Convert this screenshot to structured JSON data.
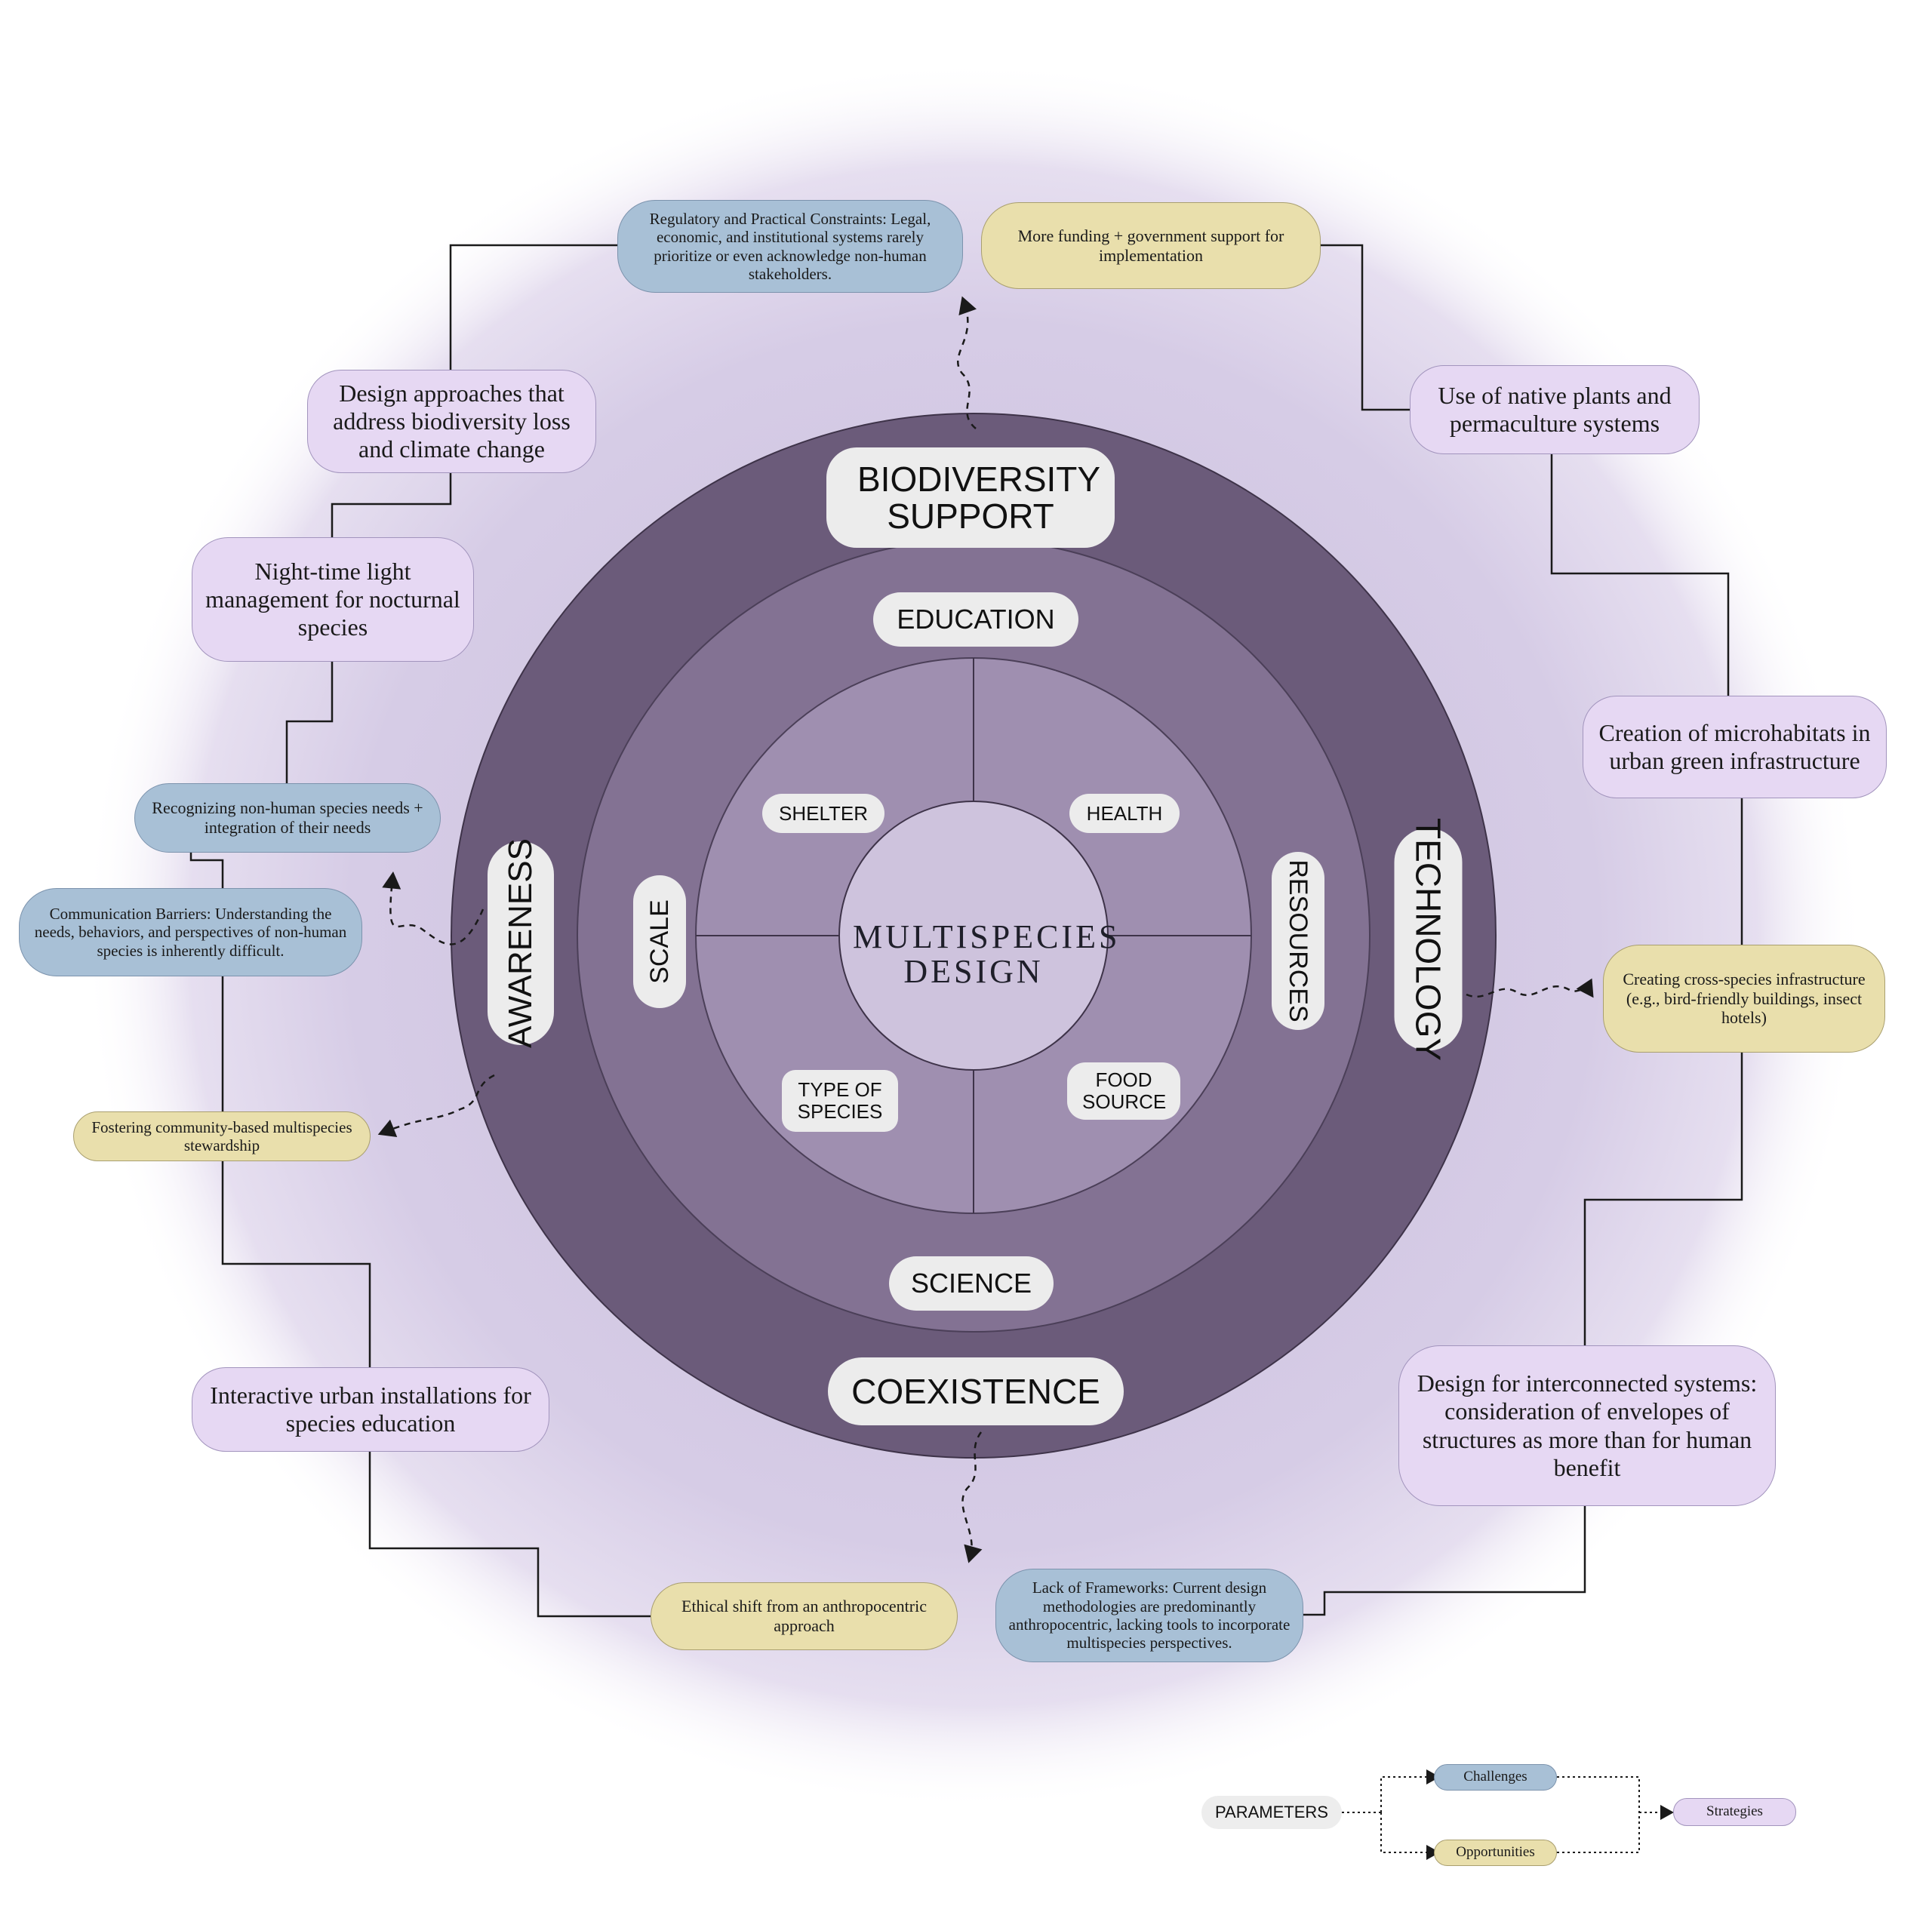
{
  "center": "MULTISPECIES DESIGN",
  "outer_ring": {
    "biodiversity_support": "BIODIVERSITY SUPPORT",
    "technology": "TECHNOLOGY",
    "coexistence": "COEXISTENCE",
    "awareness": "AWARENESS"
  },
  "middle_ring": {
    "education": "EDUCATION",
    "resources": "RESOURCES",
    "science": "SCIENCE",
    "scale": "SCALE"
  },
  "inner_ring": {
    "shelter": "SHELTER",
    "health": "HEALTH",
    "type_of_species": "TYPE OF SPECIES",
    "food_source": "FOOD SOURCE"
  },
  "nodes": {
    "regulatory_constraints": "Regulatory and Practical Constraints: Legal, economic, and institutional systems rarely prioritize or even acknowledge non-human stakeholders.",
    "more_funding": "More funding + government support for implementation",
    "design_approaches": "Design approaches that address biodiversity loss and climate change",
    "native_plants": "Use of native plants and permaculture systems",
    "night_light": "Night-time light management for nocturnal species",
    "microhabitats": "Creation of microhabitats in urban green infrastructure",
    "recognizing_needs": "Recognizing non-human species needs + integration of their needs",
    "communication_barriers": "Communication Barriers: Understanding the needs, behaviors, and perspectives of non-human species is inherently difficult.",
    "cross_species_infra": "Creating cross-species infrastructure (e.g., bird-friendly buildings, insect hotels)",
    "community_stewardship": "Fostering community-based multispecies stewardship",
    "interactive_installations": "Interactive urban installations for species education",
    "interconnected_systems": "Design for interconnected systems: consideration of envelopes of structures as more than for human benefit",
    "ethical_shift": "Ethical shift from an anthropocentric approach",
    "lack_frameworks": "Lack of Frameworks: Current design methodologies are predominantly anthropocentric, lacking tools to incorporate multispecies perspectives."
  },
  "legend": {
    "parameters": "PARAMETERS",
    "challenges": "Challenges",
    "opportunities": "Opportunities",
    "strategies": "Strategies"
  },
  "colors": {
    "challenge": "#a8c0d6",
    "opportunity": "#e9dfac",
    "strategy": "#e6d8f3",
    "outer_ring": "#6b5b7a",
    "middle_ring": "#837293",
    "inner_ring": "#9f8fb0",
    "core": "#cec3dd",
    "halo": "#d9cfe7"
  }
}
